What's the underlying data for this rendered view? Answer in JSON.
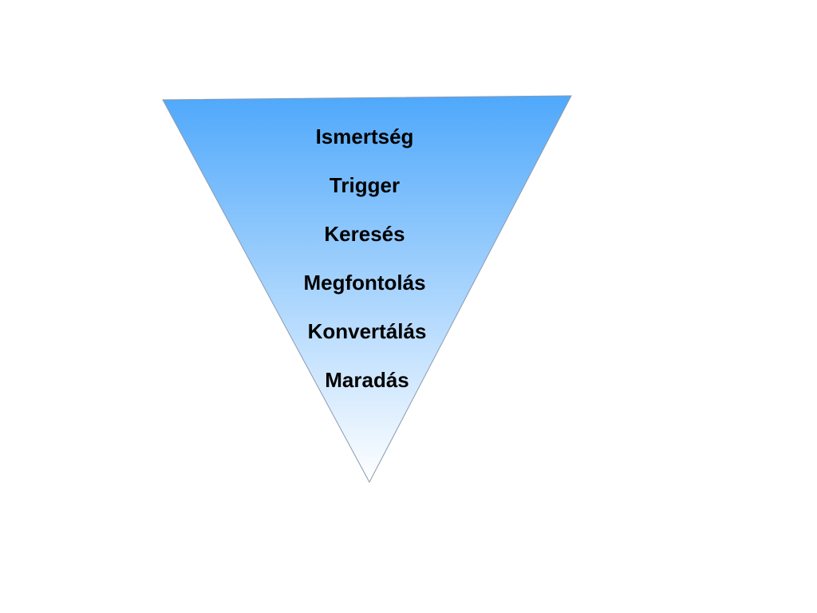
{
  "funnel": {
    "stages": [
      {
        "label": "Ismertség"
      },
      {
        "label": "Trigger"
      },
      {
        "label": "Keresés"
      },
      {
        "label": "Megfontolás"
      },
      {
        "label": "Konvertálás"
      },
      {
        "label": "Maradás"
      }
    ],
    "colors": {
      "top": "#4fa8fb",
      "bottom": "#ffffff",
      "outline": "#8a9bb0"
    }
  }
}
